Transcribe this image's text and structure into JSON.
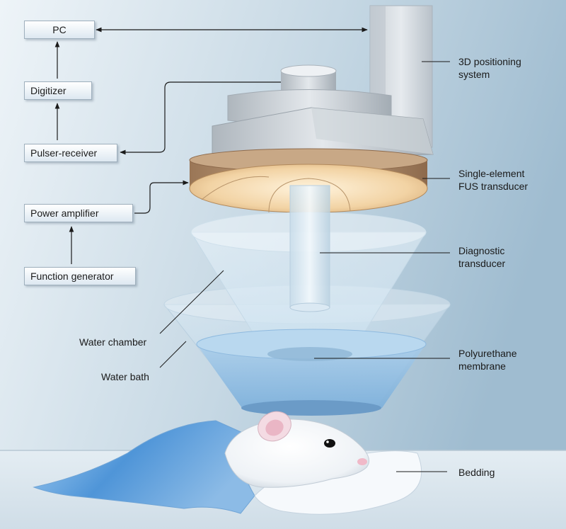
{
  "blocks": {
    "pc": "PC",
    "digitizer": "Digitizer",
    "pulser_receiver": "Pulser-receiver",
    "power_amplifier": "Power amplifier",
    "function_generator": "Function generator"
  },
  "labels": {
    "positioning_1": "3D positioning",
    "positioning_2": "system",
    "fus_1": "Single-element",
    "fus_2": "FUS transducer",
    "diagnostic_1": "Diagnostic",
    "diagnostic_2": "transducer",
    "water_chamber": "Water chamber",
    "water_bath": "Water bath",
    "membrane_1": "Polyurethane",
    "membrane_2": "membrane",
    "bedding": "Bedding"
  },
  "colors": {
    "background": "#a9c3d3",
    "transducer": "#b08e6c",
    "water": "#9fc7e6",
    "bedding": "#4a8fd6"
  }
}
